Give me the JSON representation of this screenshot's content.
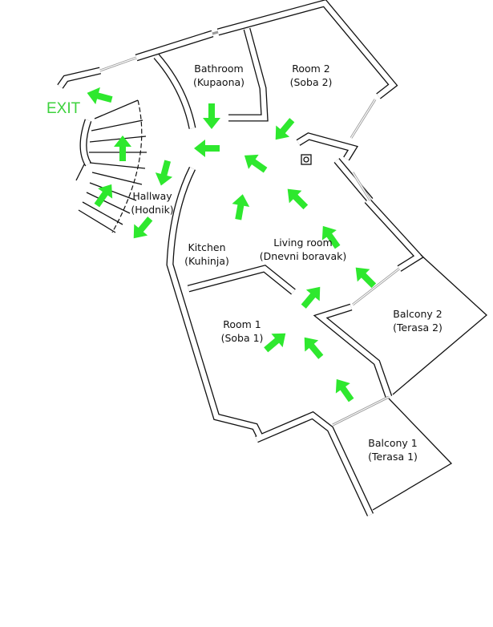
{
  "exit_label": "EXIT",
  "arrow_color": "#2ee82e",
  "rooms": [
    {
      "id": "bathroom",
      "name": "Bathroom",
      "local": "(Kupaona)"
    },
    {
      "id": "room2",
      "name": "Room 2",
      "local": "(Soba  2)"
    },
    {
      "id": "hallway",
      "name": "Hallway",
      "local": "(Hodnik)"
    },
    {
      "id": "kitchen",
      "name": "Kitchen",
      "local": "(Kuhinja)"
    },
    {
      "id": "living",
      "name": "Living room",
      "local": "(Dnevni boravak)"
    },
    {
      "id": "room1",
      "name": "Room 1",
      "local": "(Soba  1)"
    },
    {
      "id": "balcony2",
      "name": "Balcony 2",
      "local": "(Terasa  2)"
    },
    {
      "id": "balcony1",
      "name": "Balcony 1",
      "local": "(Terasa  1)"
    }
  ]
}
